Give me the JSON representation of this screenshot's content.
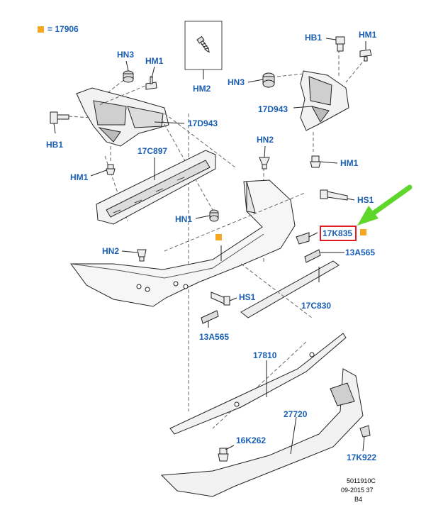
{
  "legend": {
    "marker_color": "#f5a623",
    "text": "= 17906"
  },
  "labels": {
    "hn3_top": "HN3",
    "hm1_top_left": "HM1",
    "hm2": "HM2",
    "hb1_left": "HB1",
    "hb1_right": "HB1",
    "hm1_top_right": "HM1",
    "hn3_right": "HN3",
    "d943_left": "17D943",
    "d943_right": "17D943",
    "hm1_left": "HM1",
    "c897": "17C897",
    "hn2_top": "HN2",
    "hm1_right": "HM1",
    "hs1_right": "HS1",
    "hn1": "HN1",
    "k835": "17K835",
    "hn2_left": "HN2",
    "a565_right": "13A565",
    "hs1_mid": "HS1",
    "c830": "17C830",
    "a565_left": "13A565",
    "p17810": "17810",
    "p27720": "27720",
    "k262": "16K262",
    "k922": "17K922"
  },
  "footer": {
    "code": "5011910C",
    "date": "09-2015 37",
    "sheet": "B4"
  },
  "colors": {
    "label_blue": "#1a5fb4",
    "highlight_red": "#e01b24",
    "arrow_green": "#5ed62a",
    "marker_orange": "#f5a623"
  }
}
